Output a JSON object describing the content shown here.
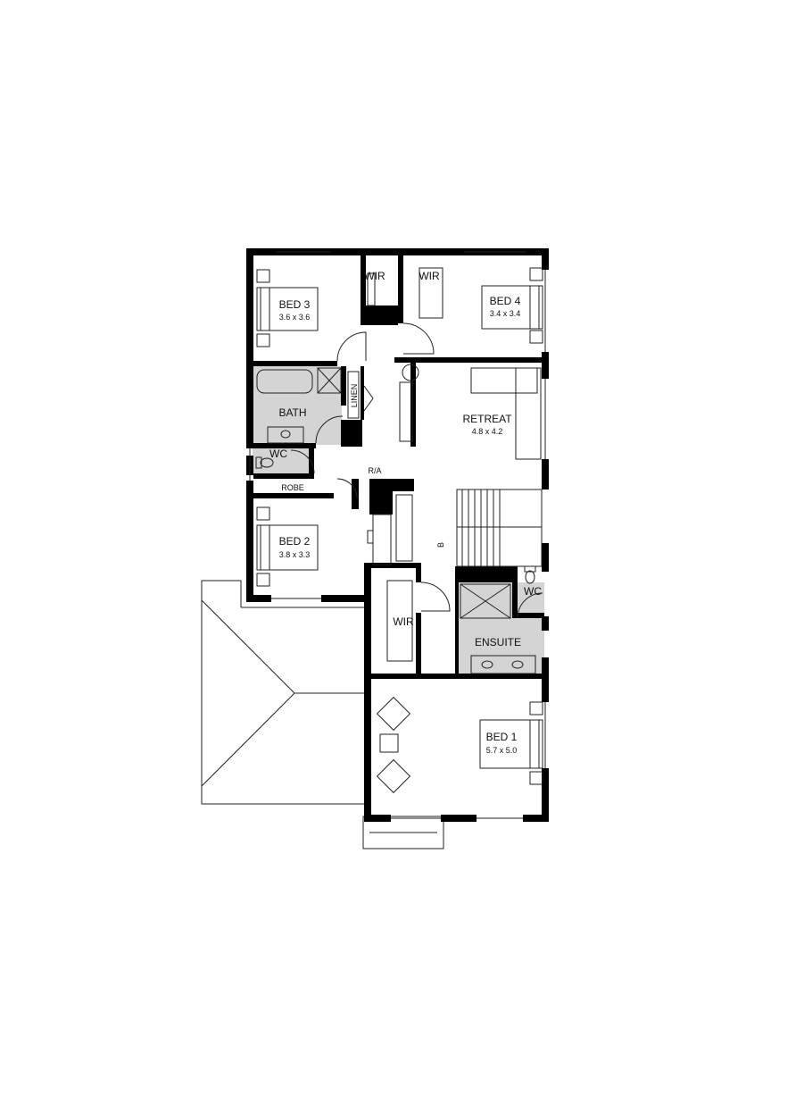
{
  "colors": {
    "wall": "#000000",
    "wet_area": "#d4d4d4",
    "background": "#ffffff",
    "line": "#222222"
  },
  "rooms": {
    "bed3": {
      "name": "BED 3",
      "size": "3.6 x 3.6"
    },
    "bed4": {
      "name": "BED 4",
      "size": "3.4 x 3.4"
    },
    "wir_bed3": {
      "name": "WIR"
    },
    "wir_bed4": {
      "name": "WIR"
    },
    "bath": {
      "name": "BATH"
    },
    "linen": {
      "name": "LINEN"
    },
    "wc_bath": {
      "name": "WC"
    },
    "robe": {
      "name": "ROBE"
    },
    "retreat": {
      "name": "RETREAT",
      "size": "4.8 x 4.2"
    },
    "ra": {
      "name": "R/A"
    },
    "bed2": {
      "name": "BED 2",
      "size": "3.8 x 3.3"
    },
    "wir_bed1": {
      "name": "WIR"
    },
    "ensuite": {
      "name": "ENSUITE"
    },
    "wc_ensuite": {
      "name": "WC"
    },
    "bed1": {
      "name": "BED 1",
      "size": "5.7 x 5.0"
    }
  },
  "stair_mark": "B"
}
